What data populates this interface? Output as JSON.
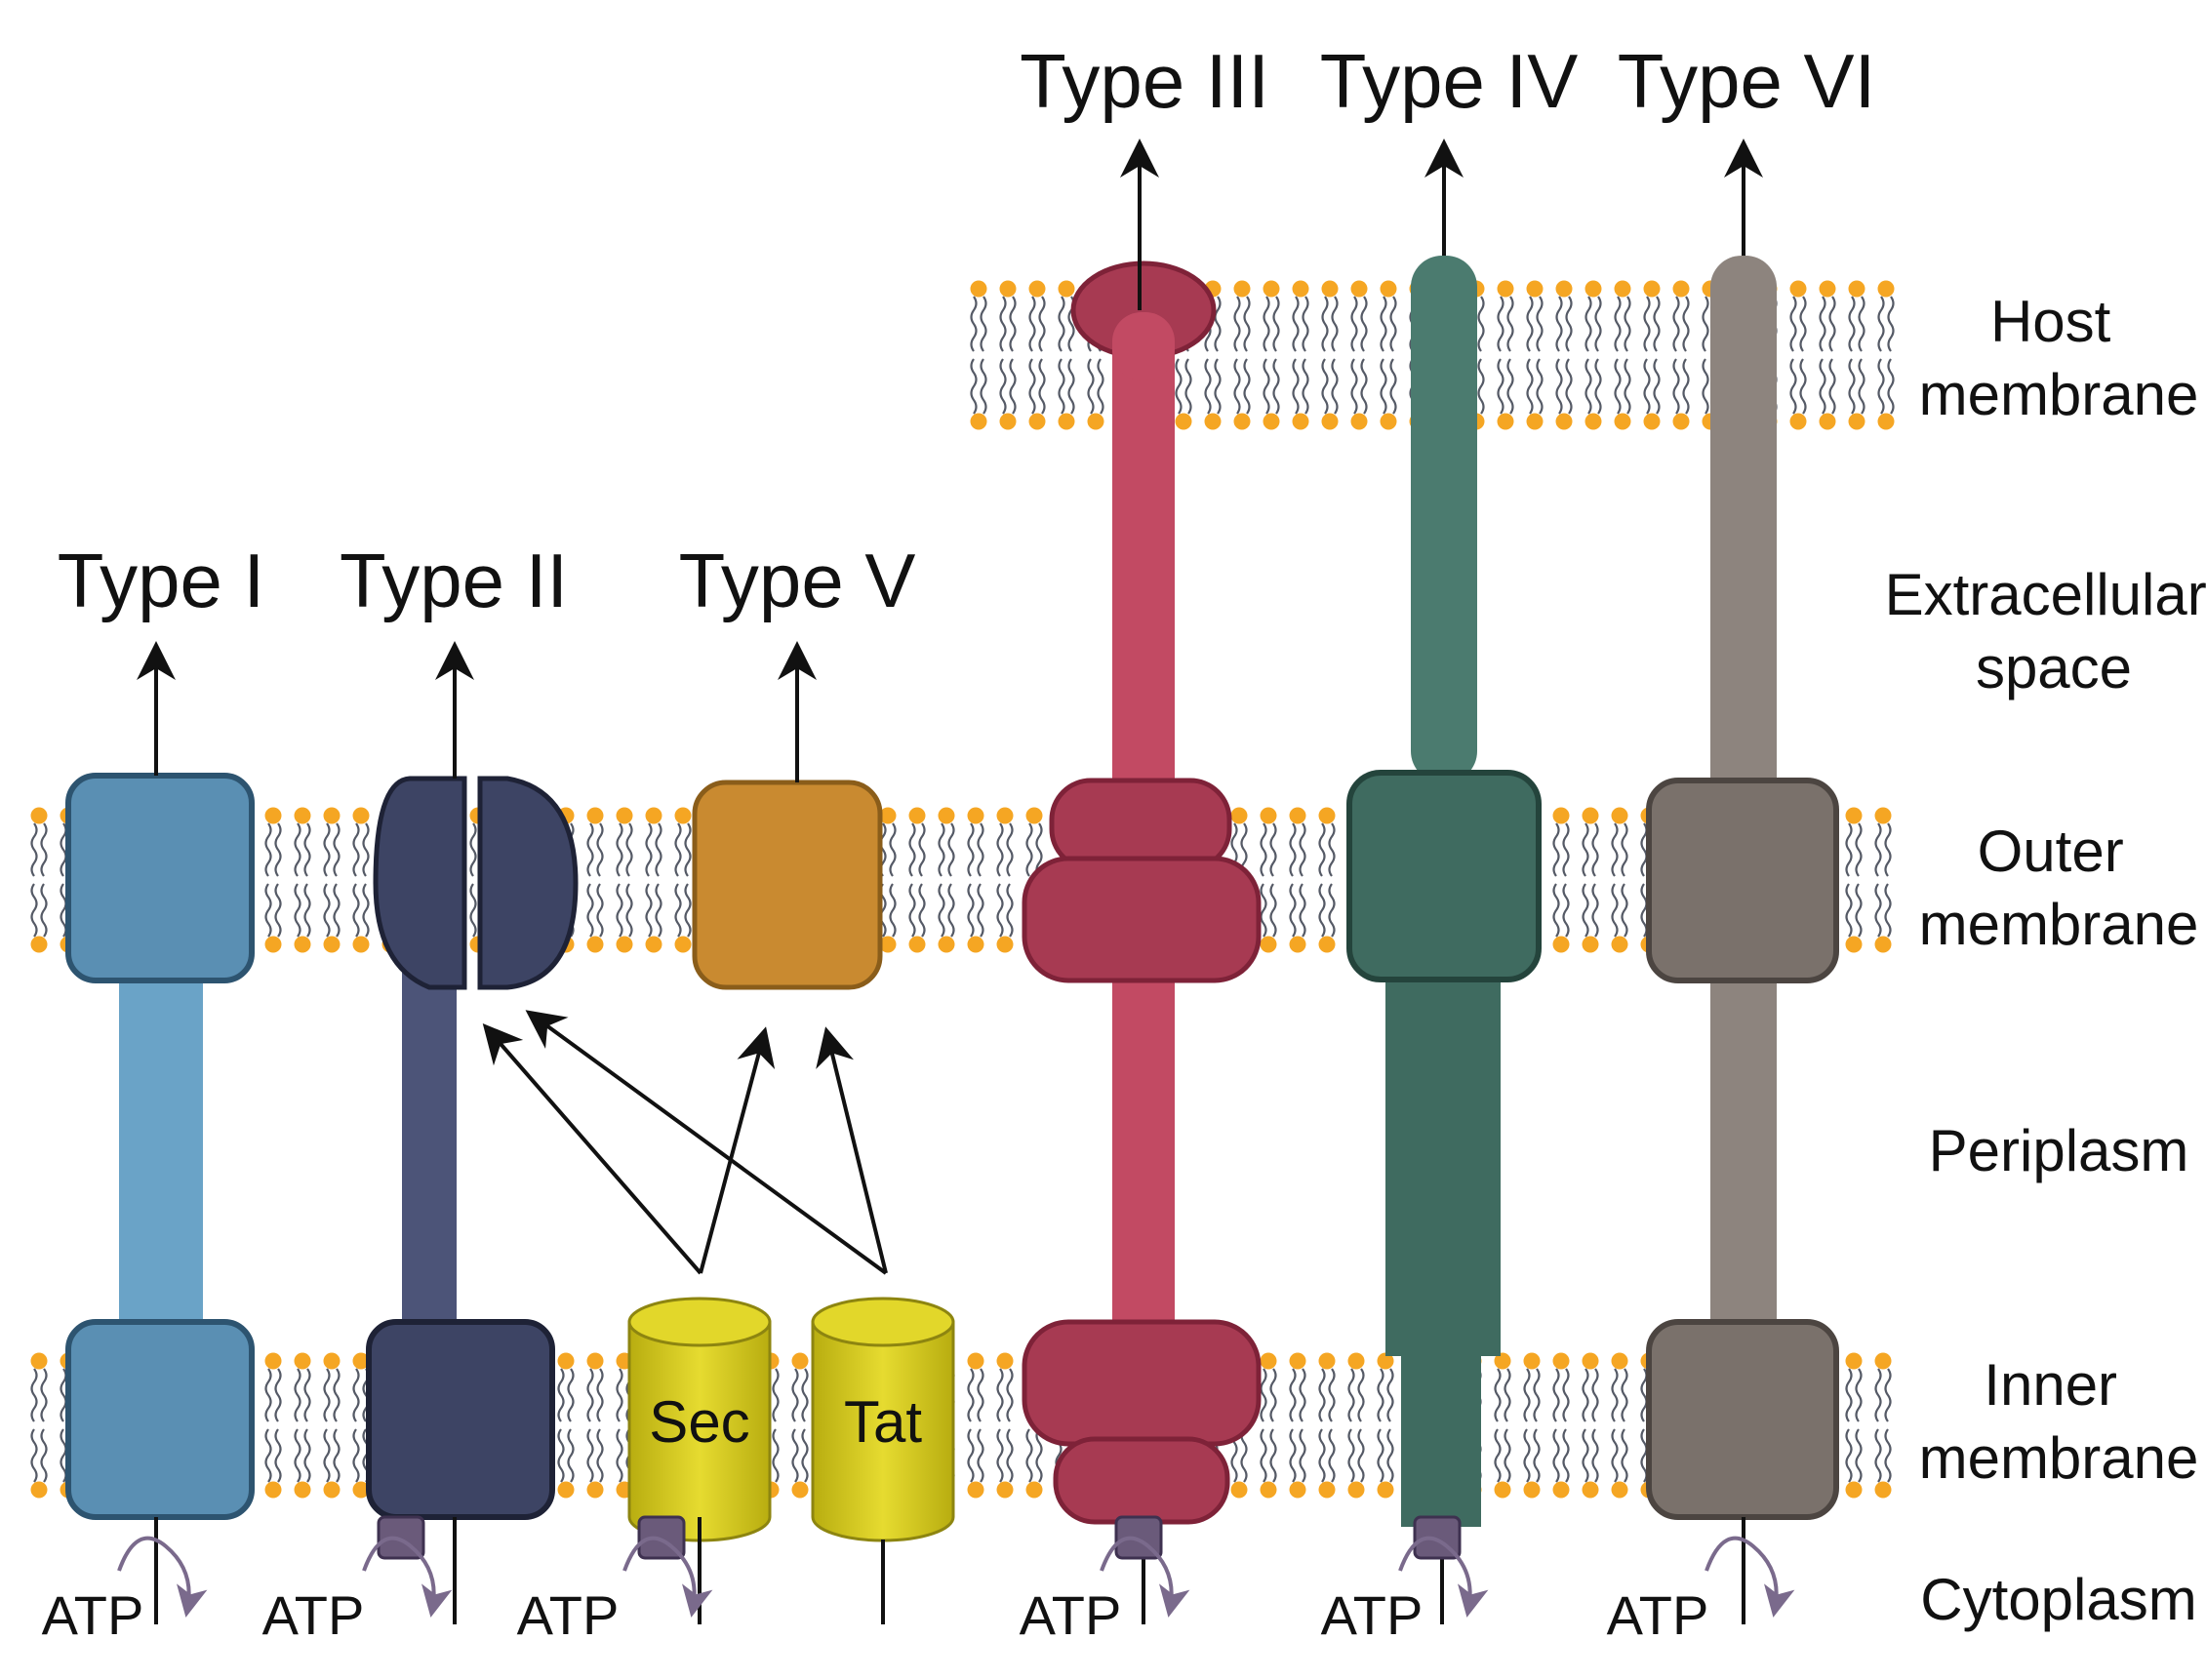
{
  "systems": [
    {
      "key": "type1",
      "title": "Type I",
      "color": "#5a8fb3",
      "stalk": "#6aa3c7"
    },
    {
      "key": "type2",
      "title": "Type II",
      "color": "#3d4464",
      "stalk": "#4c5478"
    },
    {
      "key": "type5",
      "title": "Type V",
      "color": "#c98a30"
    },
    {
      "key": "type3",
      "title": "Type III",
      "color": "#a73a52",
      "stalk": "#c24a63"
    },
    {
      "key": "type4",
      "title": "Type IV",
      "color": "#3f6b60",
      "stalk": "#4b7b6f"
    },
    {
      "key": "type6",
      "title": "Type VI",
      "color": "#7a716b",
      "stalk": "#8d847e"
    }
  ],
  "channels": {
    "sec": {
      "label": "Sec",
      "color": "#d8cc1e"
    },
    "tat": {
      "label": "Tat",
      "color": "#d8cc1e"
    }
  },
  "atp_label": "ATP",
  "regions": {
    "host_membrane": [
      "Host",
      "membrane"
    ],
    "extracellular_space": [
      "Extracellular",
      "space"
    ],
    "outer_membrane": [
      "Outer",
      "membrane"
    ],
    "periplasm": [
      "Periplasm"
    ],
    "inner_membrane": [
      "Inner",
      "membrane"
    ],
    "cytoplasm": [
      "Cytoplasm"
    ]
  },
  "colors": {
    "lipid_head": "#f5a623",
    "lipid_tail": "#555a66",
    "atpase": "#6a5a7a",
    "arrow": "#111111",
    "curl_arrow": "#7a6a8c"
  }
}
